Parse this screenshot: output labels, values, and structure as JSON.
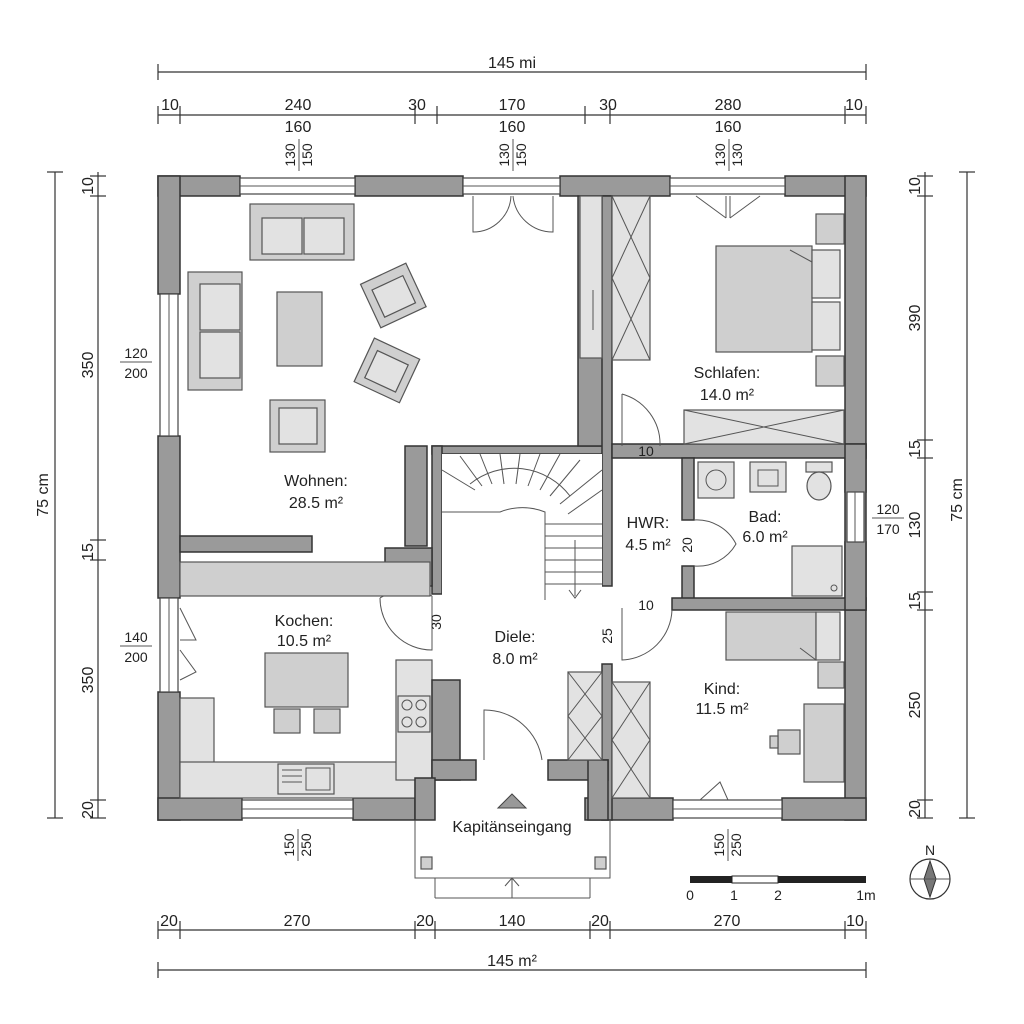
{
  "dimensions": {
    "top_total": "145 mi",
    "top_segments": [
      "10",
      "240",
      "30",
      "170",
      "30",
      "280",
      "10"
    ],
    "top_sub": [
      "160",
      "160",
      "160"
    ],
    "top_windows": [
      "130\n150",
      "130\n150",
      "130\n130"
    ],
    "bottom_segments": [
      "20",
      "270",
      "20",
      "140",
      "20",
      "270",
      "10"
    ],
    "bottom_total": "145 m²",
    "bottom_windows": [
      "150\n250",
      "150\n250"
    ],
    "left_total": "75 cm",
    "left_segments": [
      "10",
      "350",
      "15",
      "350",
      "20"
    ],
    "left_windows": [
      "120\n200",
      "140\n200"
    ],
    "right_total": "75 cm",
    "right_segments": [
      "10",
      "390",
      "15",
      "130",
      "15",
      "250",
      "20"
    ],
    "right_window": "120\n170",
    "door_labels": [
      "10",
      "10",
      "20",
      "30",
      "25"
    ]
  },
  "rooms": {
    "wohnen": {
      "name": "Wohnen:",
      "area": "28.5 m²"
    },
    "kochen": {
      "name": "Kochen:",
      "area": "10.5 m²"
    },
    "diele": {
      "name": "Diele:",
      "area": "8.0 m²"
    },
    "hwr": {
      "name": "HWR:",
      "area": "4.5 m²"
    },
    "bad": {
      "name": "Bad:",
      "area": "6.0 m²"
    },
    "schlafen": {
      "name": "Schlafen:",
      "area": "14.0 m²"
    },
    "kind": {
      "name": "Kind:",
      "area": "11.5 m²"
    }
  },
  "entrance_label": "Kapitänseingang",
  "scale_bar": {
    "labels": [
      "0",
      "1",
      "2",
      "1m"
    ]
  },
  "north_label": "N"
}
